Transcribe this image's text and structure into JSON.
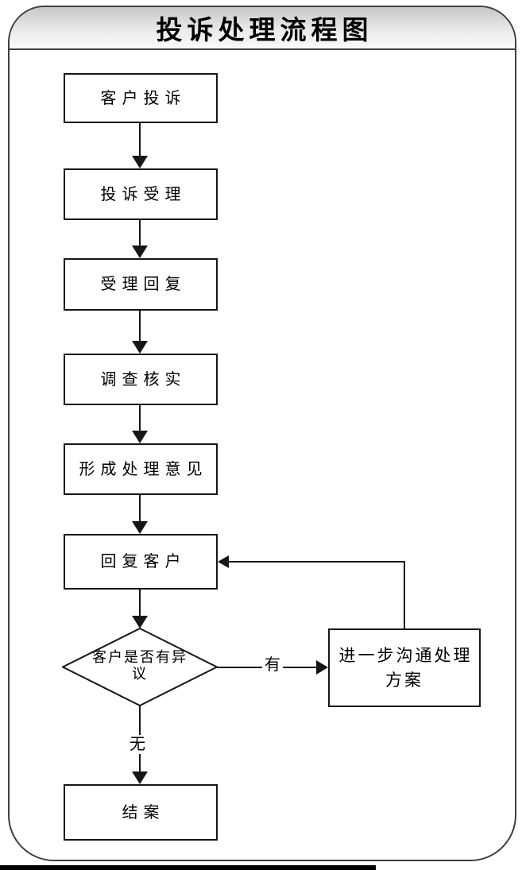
{
  "title": "投诉处理流程图",
  "flowchart": {
    "nodes": [
      {
        "id": "customer-complaint",
        "type": "process",
        "label": "客户投诉"
      },
      {
        "id": "complaint-acceptance",
        "type": "process",
        "label": "投诉受理"
      },
      {
        "id": "acceptance-reply",
        "type": "process",
        "label": "受理回复"
      },
      {
        "id": "investigation",
        "type": "process",
        "label": "调查核实"
      },
      {
        "id": "form-opinion",
        "type": "process",
        "label": "形成处理意见"
      },
      {
        "id": "reply-customer",
        "type": "process",
        "label": "回复客户"
      },
      {
        "id": "objection-decision",
        "type": "decision",
        "label": "客户是否有异议"
      },
      {
        "id": "further-communication",
        "type": "process",
        "label": "进一步沟通处理方案"
      },
      {
        "id": "close-case",
        "type": "process",
        "label": "结案"
      }
    ],
    "edge_labels": {
      "yes": "有",
      "no": "无"
    }
  },
  "colors": {
    "line": "#161616",
    "frame_border": "#3f3f3f",
    "titlebar_gradient_top": "#c7c7c7",
    "titlebar_gradient_bottom": "#fbfbfb",
    "node_fill": "#ffffff",
    "text": "#000000"
  }
}
